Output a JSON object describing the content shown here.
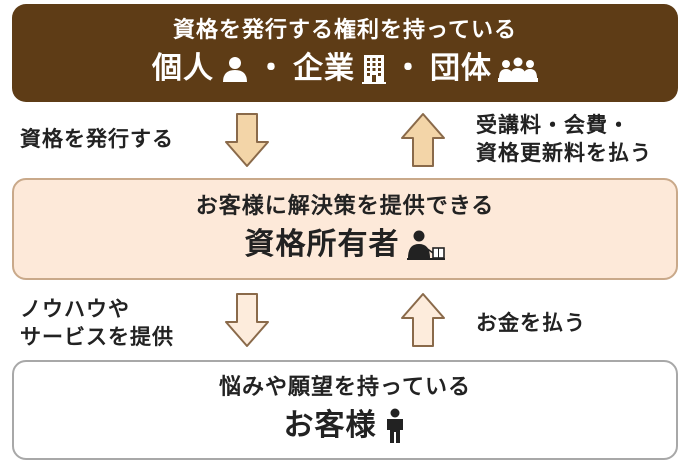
{
  "top": {
    "subtitle": "資格を発行する権利を持っている",
    "entity_1": "個人",
    "sep_1": "・",
    "entity_2": "企業",
    "sep_2": "・",
    "entity_3": "団体"
  },
  "middle": {
    "subtitle": "お客様に解決策を提供できる",
    "title": "資格所有者"
  },
  "bottom": {
    "subtitle": "悩みや願望を持っている",
    "title": "お客様"
  },
  "flows": {
    "top_down": "資格を発行する",
    "top_up_line1": "受講料・会費・",
    "top_up_line2": "資格更新料を払う",
    "bottom_down_line1": "ノウハウや",
    "bottom_down_line2": "サービスを提供",
    "bottom_up": "お金を払う"
  },
  "colors": {
    "top_fill": "#5e3c16",
    "mid_fill": "#fde9d9",
    "arrow_upper_fill": "#f3d5a8",
    "arrow_lower_fill": "#fdecdc",
    "arrow_stroke": "#8a6a4a"
  },
  "icons": {
    "individual": "person-icon",
    "company": "building-icon",
    "group": "group-icon",
    "holder": "presenter-icon",
    "customer": "standing-person-icon"
  }
}
